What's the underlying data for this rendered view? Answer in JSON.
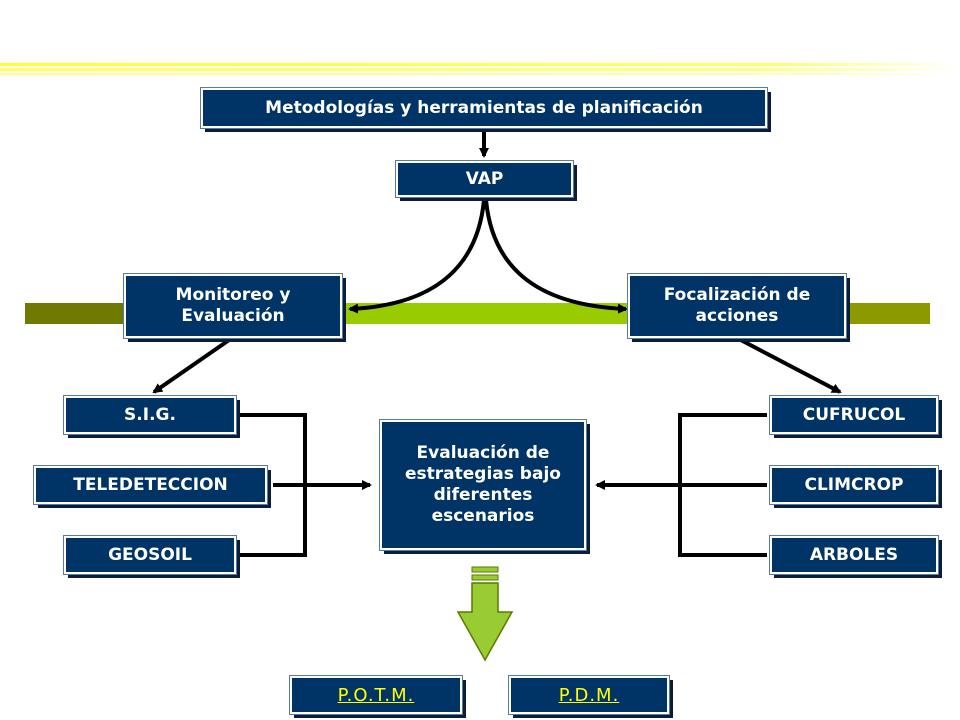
{
  "colors": {
    "box_fill": "#003366",
    "box_text": "#ffffff",
    "link_text": "#ffff00",
    "accent_yellow": "#ffff33",
    "band_olive": "#6e7a00",
    "band_green": "#99cc00",
    "arrow_green": "#99cc33",
    "connector": "#000000"
  },
  "nodes": {
    "title": "Metodologías y herramientas de planificación",
    "vap": "VAP",
    "monitoreo": "Monitoreo y\nEvaluación",
    "focalizacion": "Focalización de\nacciones",
    "sig": "S.I.G.",
    "teledeteccion": "TELEDETECCION",
    "geosoil": "GEOSOIL",
    "evaluacion": "Evaluación de\nestrategias bajo\ndiferentes\nescenarios",
    "cufrucol": "CUFRUCOL",
    "climcrop": "CLIMCROP",
    "arboles": "ARBOLES"
  },
  "outputs": {
    "potm": "P.O.T.M.",
    "pdm": "P.D.M."
  }
}
